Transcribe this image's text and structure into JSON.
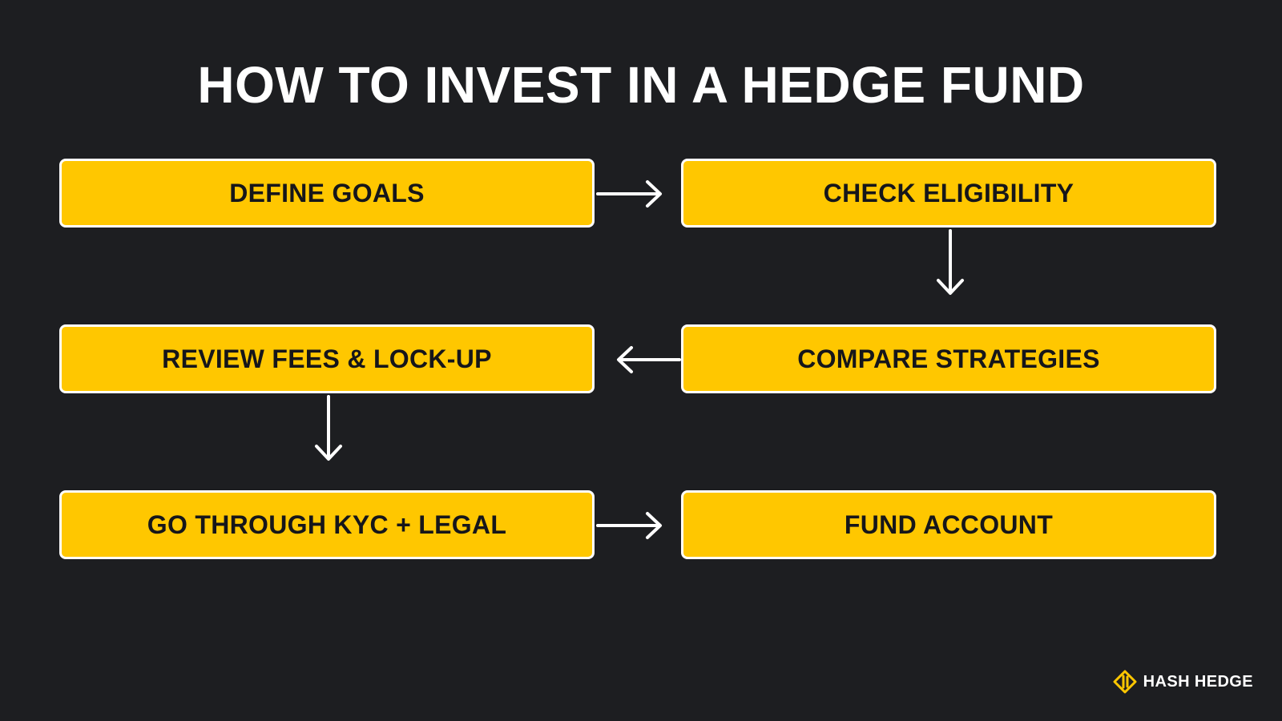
{
  "title": "HOW TO INVEST IN A HEDGE FUND",
  "steps": [
    {
      "label": "DEFINE GOALS"
    },
    {
      "label": "CHECK ELIGIBILITY"
    },
    {
      "label": "COMPARE STRATEGIES"
    },
    {
      "label": "REVIEW FEES & LOCK-UP"
    },
    {
      "label": "GO THROUGH KYC + LEGAL"
    },
    {
      "label": "FUND ACCOUNT"
    }
  ],
  "brand": {
    "name": "HASH HEDGE",
    "icon": "hash-hedge-logo-icon"
  },
  "colors": {
    "background": "#1d1e21",
    "step_fill": "#ffc700",
    "step_border": "#ffffff",
    "text_light": "#ffffff",
    "text_dark": "#16161a"
  }
}
